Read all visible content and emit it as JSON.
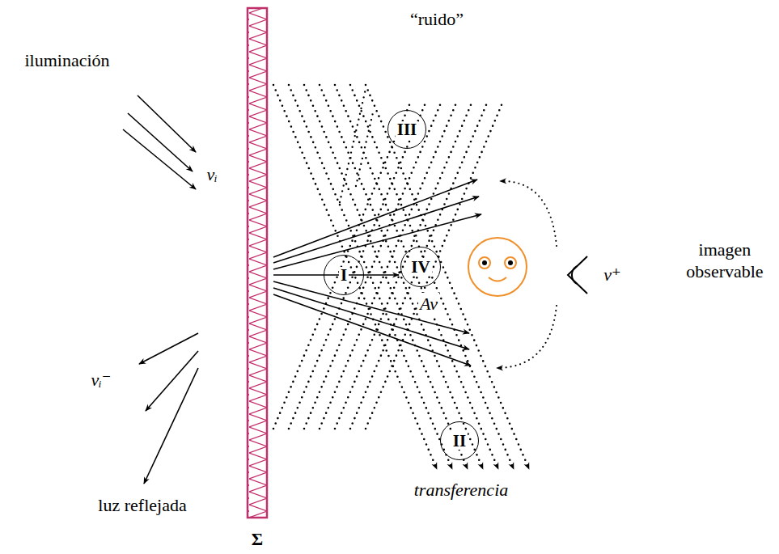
{
  "diagram": {
    "nodes": [
      {
        "text": [
          "III"
        ]
      },
      {
        "text": [
          "I"
        ]
      },
      {
        "text": [
          "IV"
        ]
      },
      {
        "text": [
          "II"
        ]
      }
    ],
    "labels": [
      "iluminación",
      "vᵢ",
      "vᵢ⁻",
      "luz reflejada",
      "Σ",
      "“ruido”",
      "Av",
      "imagen observable",
      "v⁺",
      "transferencia"
    ]
  }
}
